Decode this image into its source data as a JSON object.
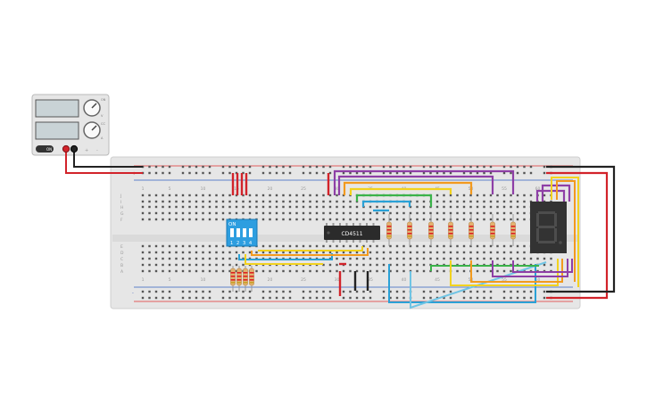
{
  "canvas": {
    "background": "#ffffff"
  },
  "power_supply": {
    "name": "dc-power-supply",
    "knob_labels": [
      "ON",
      "V",
      "CC",
      "A"
    ],
    "power_button_label": "ON",
    "terminal_labels": [
      "+",
      "-"
    ]
  },
  "breadboard": {
    "row_letters": [
      "A",
      "B",
      "C",
      "D",
      "E",
      "F",
      "G",
      "H",
      "I",
      "J"
    ],
    "column_numbers": [
      "1",
      "5",
      "10",
      "15",
      "20",
      "25",
      "30",
      "35",
      "40",
      "45",
      "50",
      "55",
      "60"
    ],
    "rail_signs": [
      "+",
      "-"
    ]
  },
  "chip": {
    "label": "CD4511"
  },
  "dip_switch": {
    "label": "ON",
    "numbers": [
      "1",
      "2",
      "3",
      "4"
    ],
    "color": "#2d9ee0"
  },
  "seven_segment": {
    "color": "#333333",
    "digit": "8"
  },
  "wire_colors": {
    "red": "#d2232a",
    "black": "#222222",
    "purple": "#8e3fa6",
    "orange": "#f29a1e",
    "yellow": "#f2d21e",
    "green": "#3bb34a",
    "blue": "#2aa1d6",
    "light_blue": "#6fc4e4"
  }
}
